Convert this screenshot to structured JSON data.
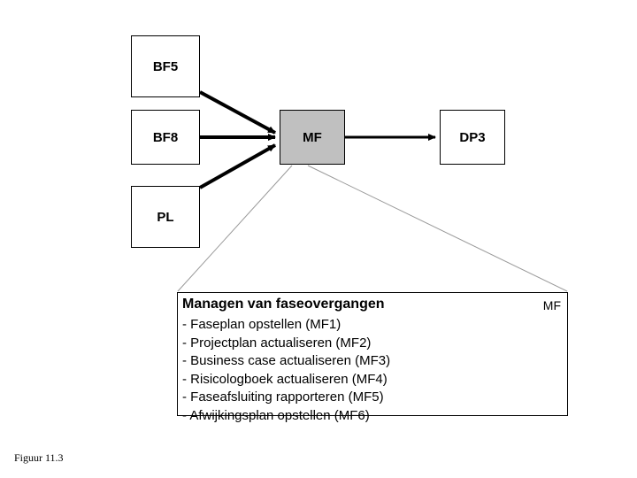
{
  "figure": {
    "caption": "Figuur 11.3"
  },
  "nodes": [
    {
      "id": "bf5",
      "label": "BF5",
      "shaded": false
    },
    {
      "id": "bf8",
      "label": "BF8",
      "shaded": false
    },
    {
      "id": "pl",
      "label": "PL",
      "shaded": false
    },
    {
      "id": "mf",
      "label": "MF",
      "shaded": true
    },
    {
      "id": "dp3",
      "label": "DP3",
      "shaded": false
    }
  ],
  "detail": {
    "title": "Managen van faseovergangen",
    "tag": "MF",
    "items": [
      "- Faseplan opstellen (MF1)",
      "- Projectplan actualiseren (MF2)",
      "- Business case actualiseren (MF3)",
      "- Risicologboek actualiseren (MF4)",
      "- Faseafsluiting rapporteren (MF5)",
      "- Afwijkingsplan opstellen (MF6)"
    ]
  },
  "connectors": [
    {
      "from": "bf5",
      "to": "mf",
      "style": "thick-arrow"
    },
    {
      "from": "bf8",
      "to": "mf",
      "style": "thick-arrow"
    },
    {
      "from": "pl",
      "to": "mf",
      "style": "thick-arrow"
    },
    {
      "from": "mf",
      "to": "dp3",
      "style": "thick-arrow"
    },
    {
      "from": "mf",
      "to": "detail-left",
      "style": "thin-line"
    },
    {
      "from": "mf",
      "to": "detail-right",
      "style": "thin-line"
    }
  ],
  "colors": {
    "stroke": "#000000",
    "shaded_fill": "#c0c0c0",
    "background": "#ffffff"
  }
}
